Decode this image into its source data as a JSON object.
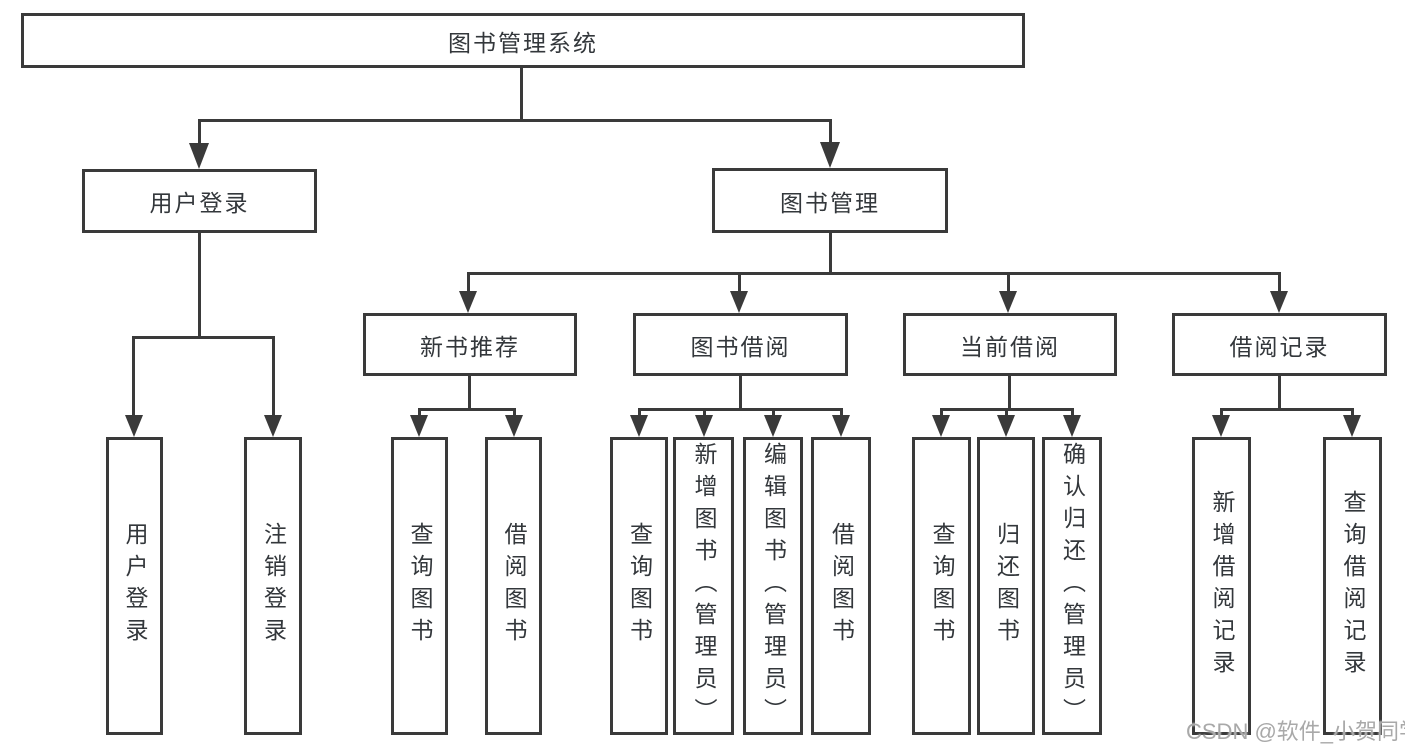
{
  "diagram": {
    "type": "hierarchy-tree",
    "line_color": "#3a3a3a",
    "text_color": "#33373b",
    "root": {
      "label": "图书管理系统"
    },
    "level1": [
      {
        "label": "用户登录",
        "parent": "图书管理系统"
      },
      {
        "label": "图书管理",
        "parent": "图书管理系统"
      }
    ],
    "level2": [
      {
        "label": "新书推荐",
        "parent": "图书管理"
      },
      {
        "label": "图书借阅",
        "parent": "图书管理"
      },
      {
        "label": "当前借阅",
        "parent": "图书管理"
      },
      {
        "label": "借阅记录",
        "parent": "图书管理"
      }
    ],
    "leaves": [
      {
        "label": "用户登录",
        "parent": "用户登录"
      },
      {
        "label": "注销登录",
        "parent": "用户登录"
      },
      {
        "label": "查询图书",
        "parent": "新书推荐"
      },
      {
        "label": "借阅图书",
        "parent": "新书推荐"
      },
      {
        "label": "查询图书",
        "parent": "图书借阅"
      },
      {
        "label": "新增图书（管理员）",
        "parent": "图书借阅"
      },
      {
        "label": "编辑图书（管理员）",
        "parent": "图书借阅"
      },
      {
        "label": "借阅图书",
        "parent": "图书借阅"
      },
      {
        "label": "查询图书",
        "parent": "当前借阅"
      },
      {
        "label": "归还图书",
        "parent": "当前借阅"
      },
      {
        "label": "确认归还（管理员）",
        "parent": "当前借阅"
      },
      {
        "label": "新增借阅记录",
        "parent": "借阅记录"
      },
      {
        "label": "查询借阅记录",
        "parent": "借阅记录"
      }
    ],
    "watermark": "CSDN @软件_小贺同学"
  }
}
